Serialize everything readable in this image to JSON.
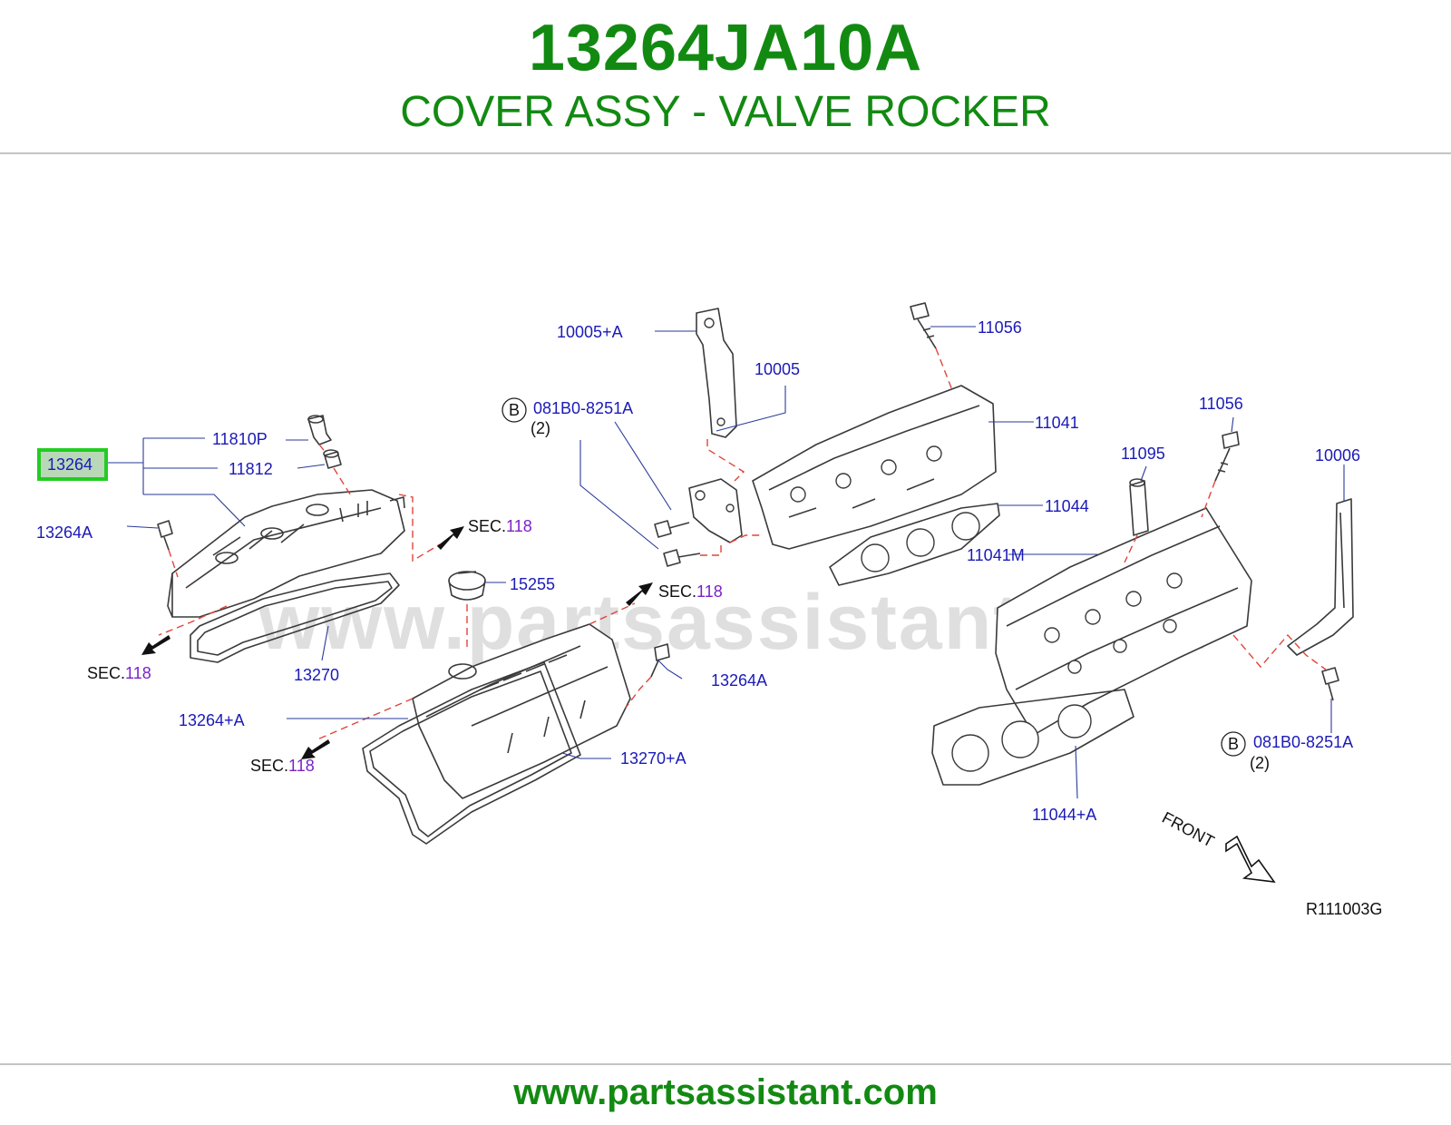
{
  "header": {
    "part_number": "13264JA10A",
    "part_name": "COVER ASSY - VALVE ROCKER"
  },
  "diagram": {
    "highlight_color": "#22cc22",
    "labels": {
      "p13264": "13264",
      "p11810P": "11810P",
      "p11812": "11812",
      "p13264A_left": "13264A",
      "p13270": "13270",
      "p10005A": "10005+A",
      "p10005": "10005",
      "p081B0_top": "081B0-8251A",
      "qty_top": "(2)",
      "p11056_top": "11056",
      "p11041": "11041",
      "p11044": "11044",
      "p11041M": "11041M",
      "p11056_right": "11056",
      "p11095": "11095",
      "p10006": "10006",
      "p15255": "15255",
      "p13264A_mid": "13264A",
      "p13264A_plus": "13264+A",
      "p13270A": "13270+A",
      "p081B0_right": "081B0-8251A",
      "qty_right": "(2)",
      "p11044A": "11044+A"
    },
    "circle_marks": {
      "b_top": "B",
      "b_right": "B"
    },
    "sec_refs": [
      {
        "prefix": "SEC.",
        "num": "118"
      },
      {
        "prefix": "SEC.",
        "num": "118"
      },
      {
        "prefix": "SEC.",
        "num": "118"
      },
      {
        "prefix": "SEC.",
        "num": "118"
      }
    ],
    "front_label": "FRONT",
    "figure_code": "R111003G",
    "watermark": "www.partsassistant.com"
  },
  "footer": {
    "url": "www.partsassistant.com"
  }
}
